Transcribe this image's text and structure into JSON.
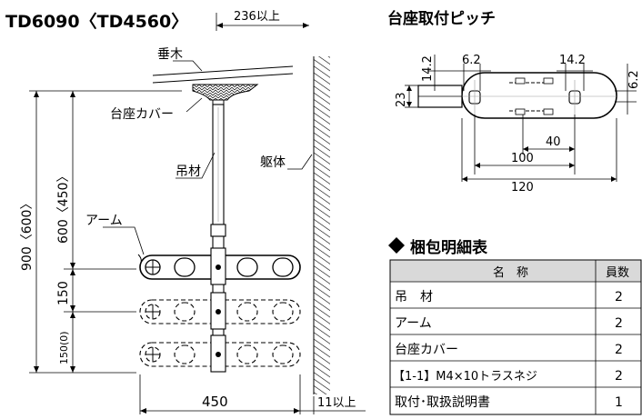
{
  "main_title": "TD6090〈TD4560〉",
  "top_clearance": "236以上",
  "labels": {
    "rafter": "垂木",
    "base_cover": "台座カバー",
    "hanger": "吊材",
    "body": "躯体",
    "arm": "アーム"
  },
  "dims": {
    "total_height": "900〈600〉",
    "upper_height": "600〈450〉",
    "pitch1": "150",
    "pitch2": "150(0)",
    "width": "450",
    "wall_gap": "11以上"
  },
  "pitch_section": {
    "title": "台座取付ピッチ",
    "d_14_2_left": "14.2",
    "d_6_2_top": "6.2",
    "d_14_2_right": "14.2",
    "d_6_2_side": "6.2",
    "d_23": "23",
    "d_40": "40",
    "d_100": "100",
    "d_120": "120"
  },
  "packing": {
    "title": "梱包明細表",
    "header_name": "名　称",
    "header_qty": "員数",
    "rows": [
      {
        "name": "吊　材",
        "qty": "2"
      },
      {
        "name": "アーム",
        "qty": "2"
      },
      {
        "name": "台座カバー",
        "qty": "2"
      },
      {
        "name": "【1-1】M4×10トラスネジ",
        "qty": "2"
      },
      {
        "name": "取付･取扱説明書",
        "qty": "1"
      }
    ]
  },
  "colors": {
    "header_bg": "#d9d9d9",
    "wall_hatch": "#000000"
  }
}
